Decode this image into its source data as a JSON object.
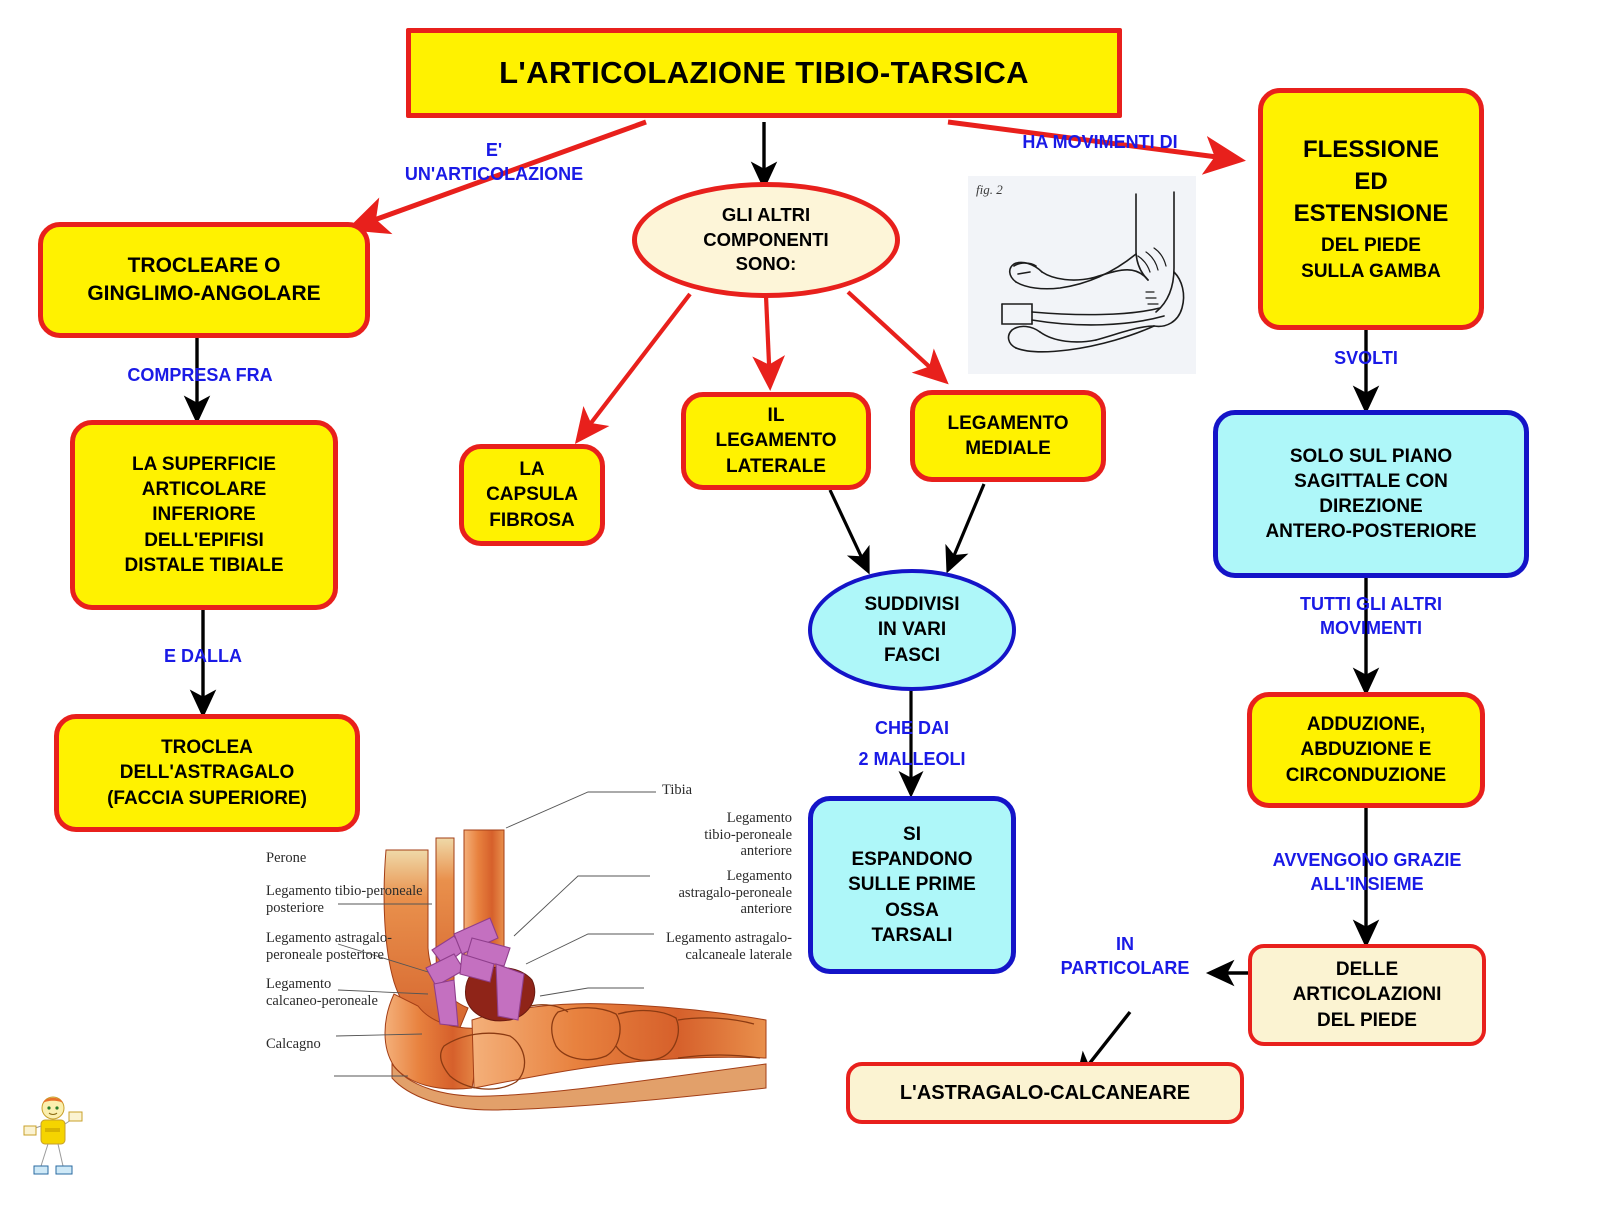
{
  "title": "L'ARTICOLAZIONE     TIBIO-TARSICA",
  "colors": {
    "yellow_fill": "#FFF200",
    "red_border": "#E8201C",
    "cyan_fill": "#AEF7F9",
    "blue_border": "#1414C8",
    "cream_fill": "#FBF3D2",
    "connector_text": "#1A1AE6",
    "black_arrow": "#000000"
  },
  "nodes": {
    "trocleare": "TROCLEARE     O\nGINGLIMO-ANGOLARE",
    "superficie": "LA     SUPERFICIE\nARTICOLARE\nINFERIORE\nDELL'EPIFISI\nDISTALE     TIBIALE",
    "troclea": "TROCLEA\nDELL'ASTRAGALO\n(FACCIA     SUPERIORE)",
    "altri_componenti": "GLI    ALTRI\nCOMPONENTI\nSONO:",
    "capsula": "LA\nCAPSULA\nFIBROSA",
    "leg_laterale": "IL\nLEGAMENTO\nLATERALE",
    "leg_mediale": "LEGAMENTO\nMEDIALE",
    "suddivisi": "SUDDIVISI\nIN    VARI\nFASCI",
    "espandono": "SI\nESPANDONO\nSULLE     PRIME\nOSSA\nTARSALI",
    "flessione": "FLESSIONE\nED\nESTENSIONE",
    "flessione_sub": "DEL     PIEDE\nSULLA     GAMBA",
    "piano_sagittale": "SOLO   SUL   PIANO\nSAGITTALE    CON\nDIREZIONE\nANTERO-POSTERIORE",
    "adduzione": "ADDUZIONE,\nABDUZIONE     E\nCIRCONDUZIONE",
    "articolazioni_piede": "DELLE\nARTICOLAZIONI\nDEL    PIEDE",
    "astragalo_calcaneare": "L'ASTRAGALO-CALCANEARE"
  },
  "connector_labels": {
    "e_un_articolazione": "E'\nUN'ARTICOLAZIONE",
    "ha_movimenti_di": "HA    MOVIMENTI    DI",
    "compresa_fra": "COMPRESA     FRA",
    "e_dalla": "E   DALLA",
    "che_dai": "CHE   DAI",
    "due_malleoli": "2     MALLEOLI",
    "svolti": "SVOLTI",
    "tutti_gli_altri_movimenti": "TUTTI   GLI   ALTRI\nMOVIMENTI",
    "avvengono_grazie": "AVVENGONO     GRAZIE\nALL'INSIEME",
    "in_particolare": "IN\nPARTICOLARE"
  },
  "illustrations": {
    "fig2_caption": "fig. 2",
    "anatomy_labels_left": [
      "Perone",
      "Legamento tibio-peroneale\nposteriore",
      "Legamento astragalo-\nperoneale posteriore",
      "Legamento\ncalcaneo-peroneale",
      "Calcagno"
    ],
    "anatomy_labels_right": [
      "Tibia",
      "Legamento\ntibio-peroneale\nanteriore",
      "Legamento\nastragalo-peroneale\nanteriore",
      "Legamento astragalo-\ncalcaneale laterale"
    ]
  }
}
